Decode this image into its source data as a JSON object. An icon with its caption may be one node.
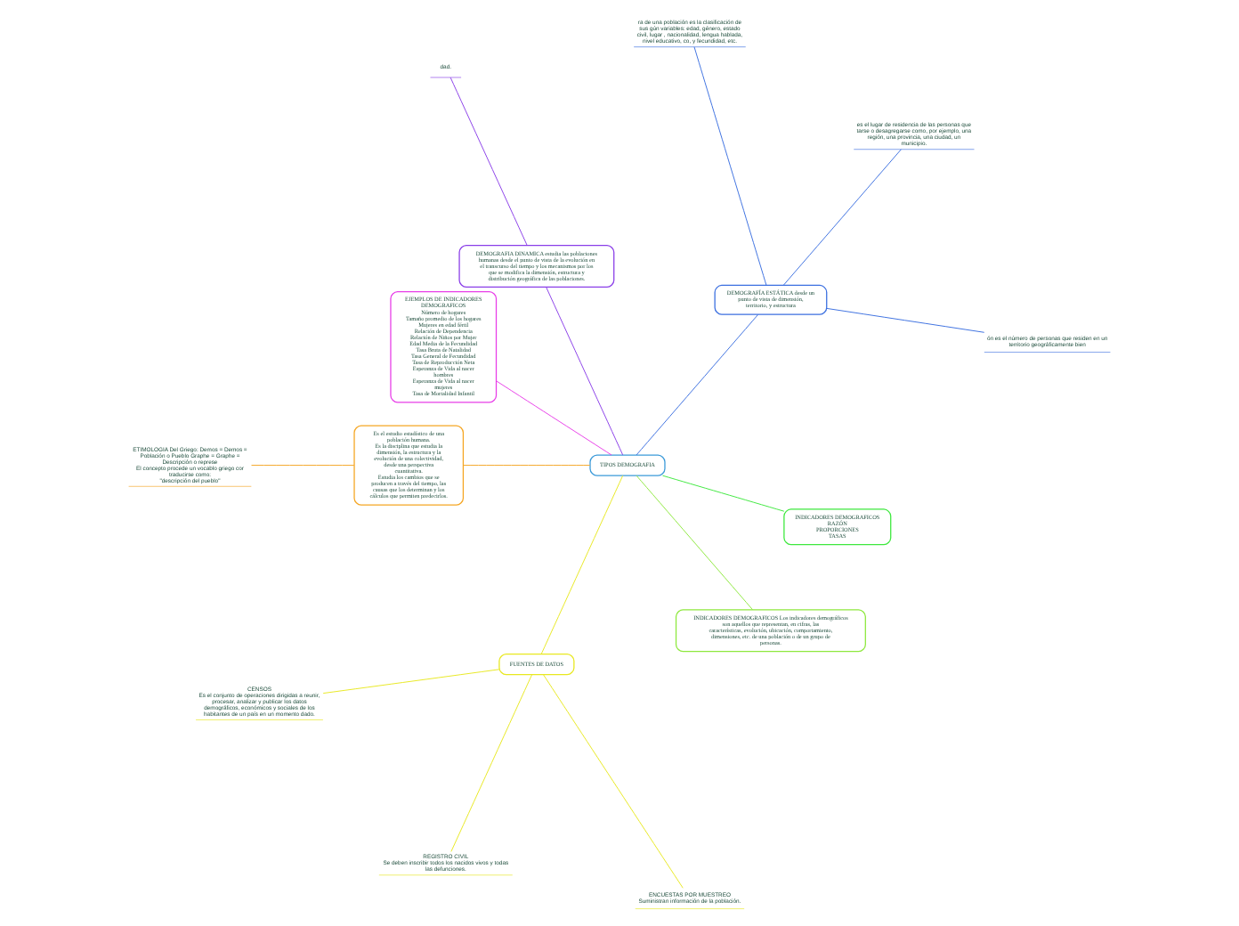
{
  "diagram": {
    "nodes": [
      {
        "text": [
          "TIPOS DEMOGRAFIA"
        ]
      },
      {
        "text": [
          "DEMOGRAFÍA ESTÁTICA desde un punto de vista de dimensión, territorio, y estructura"
        ]
      },
      {
        "text": [
          "ón es el número de personas que residen en un territorio geográficamente bien"
        ]
      },
      {
        "text": [
          "es el lugar de residencia de las personas que tarse o desagregarse como, por ejemplo, una región, una provincia, una ciudad, un municipio."
        ]
      },
      {
        "text": [
          "ra de una población es la clasificación de sus gún variables: edad, género, estado civil, lugar , nacionalidad, lengua hablada, nivel educativo, co, y fecundidad, etc."
        ]
      },
      {
        "text": [
          "DEMOGRAFIA DINAMICA estudia las poblaciones humanas desde el punto de vista de la evolución en el transcurso del tiempo y los mecanismos por los que se modifica la dimensión, estructura y distribución geográfica de las poblaciones."
        ]
      },
      {
        "text": [
          "dad."
        ]
      },
      {
        "text": [
          "EJEMPLOS DE INDICADORES DEMOGRAFICOS",
          "Número de hogares",
          "Tamaño promedio de los hogares",
          "Mujeres en edad fértil",
          "Relación de Dependencia",
          "Relación de Niños por Mujer",
          "Edad Media de la Fecundidad",
          "Tasa Bruta de Natalidad",
          "Tasa General de Fecundidad",
          "Tasa de Reproducción Neta",
          "Esperanza de Vida al nacer hombres",
          "Esperanza de Vida al nacer mujeres",
          "Tasa de Mortalidad Infantil"
        ]
      },
      {
        "text": [
          "Es el estudio estadístico de una población humana.",
          "Es la disciplina que estudia la dimensión, la estructura y la evolución de una colectividad, desde una perspectiva cuantitativa.",
          "Estudia los cambios que se producen a través del tiempo, las causas que los determinan y los cálculos que permiten predecirlos."
        ]
      },
      {
        "text": [
          "ETIMOLOGIA Del Griego: Demos = Demos = Población o Pueblo Graphe = Graphe = Descripción o represe",
          "El concepto procede un vocablo griego cor traducirse como:",
          "\"descripción del pueblo\""
        ]
      },
      {
        "text": [
          "FUENTES DE DATOS"
        ]
      },
      {
        "text": [
          "CENSOS",
          "Es el conjunto de operaciones dirigidas a reunir, procesar, analizar y publicar los datos demográficos, económicos y sociales de los habitantes de un país en un momento dado."
        ]
      },
      {
        "text": [
          "REGISTRO CIVIL",
          "Se deben inscribir todos los nacidos vivos y todas las defunciones."
        ]
      },
      {
        "text": [
          "ENCUESTAS POR MUESTREO",
          "Suministran información de la población."
        ]
      },
      {
        "text": [
          "INDICADORES DEMOGRAFICOS Los indicadores demográficos son aquellos que representan, en cifras, las características, evolución, ubicación, comportamiento, dimensiones, etc. de una población o de un grupo de personas."
        ]
      },
      {
        "text": [
          "INDICADORES DEMOGRAFICOS",
          "RAZÓN",
          "PROPORCIONES",
          "TASAS"
        ]
      }
    ],
    "edges": [
      {
        "from": 0,
        "to": 1,
        "arrow": "none",
        "color": "#3b6fe0"
      },
      {
        "from": 1,
        "to": 2,
        "arrow": "none",
        "color": "#3b6fe0"
      },
      {
        "from": 1,
        "to": 3,
        "arrow": "none",
        "color": "#3b6fe0"
      },
      {
        "from": 1,
        "to": 4,
        "arrow": "none",
        "color": "#3b6fe0"
      },
      {
        "from": 0,
        "to": 5,
        "arrow": "none",
        "color": "#8a3ee8"
      },
      {
        "from": 5,
        "to": 6,
        "arrow": "none",
        "color": "#8a3ee8"
      },
      {
        "from": 0,
        "to": 7,
        "arrow": "none",
        "color": "#e83ee8"
      },
      {
        "from": 0,
        "to": 8,
        "arrow": "none",
        "color": "#f5a623"
      },
      {
        "from": 8,
        "to": 9,
        "arrow": "none",
        "color": "#f5a623"
      },
      {
        "from": 0,
        "to": 10,
        "arrow": "none",
        "color": "#e8e820"
      },
      {
        "from": 10,
        "to": 11,
        "arrow": "none",
        "color": "#e8e820"
      },
      {
        "from": 10,
        "to": 12,
        "arrow": "none",
        "color": "#e8e820"
      },
      {
        "from": 10,
        "to": 13,
        "arrow": "none",
        "color": "#e8e820"
      },
      {
        "from": 0,
        "to": 14,
        "arrow": "none",
        "color": "#8ee83e"
      },
      {
        "from": 0,
        "to": 15,
        "arrow": "none",
        "color": "#3ee83e"
      }
    ]
  }
}
